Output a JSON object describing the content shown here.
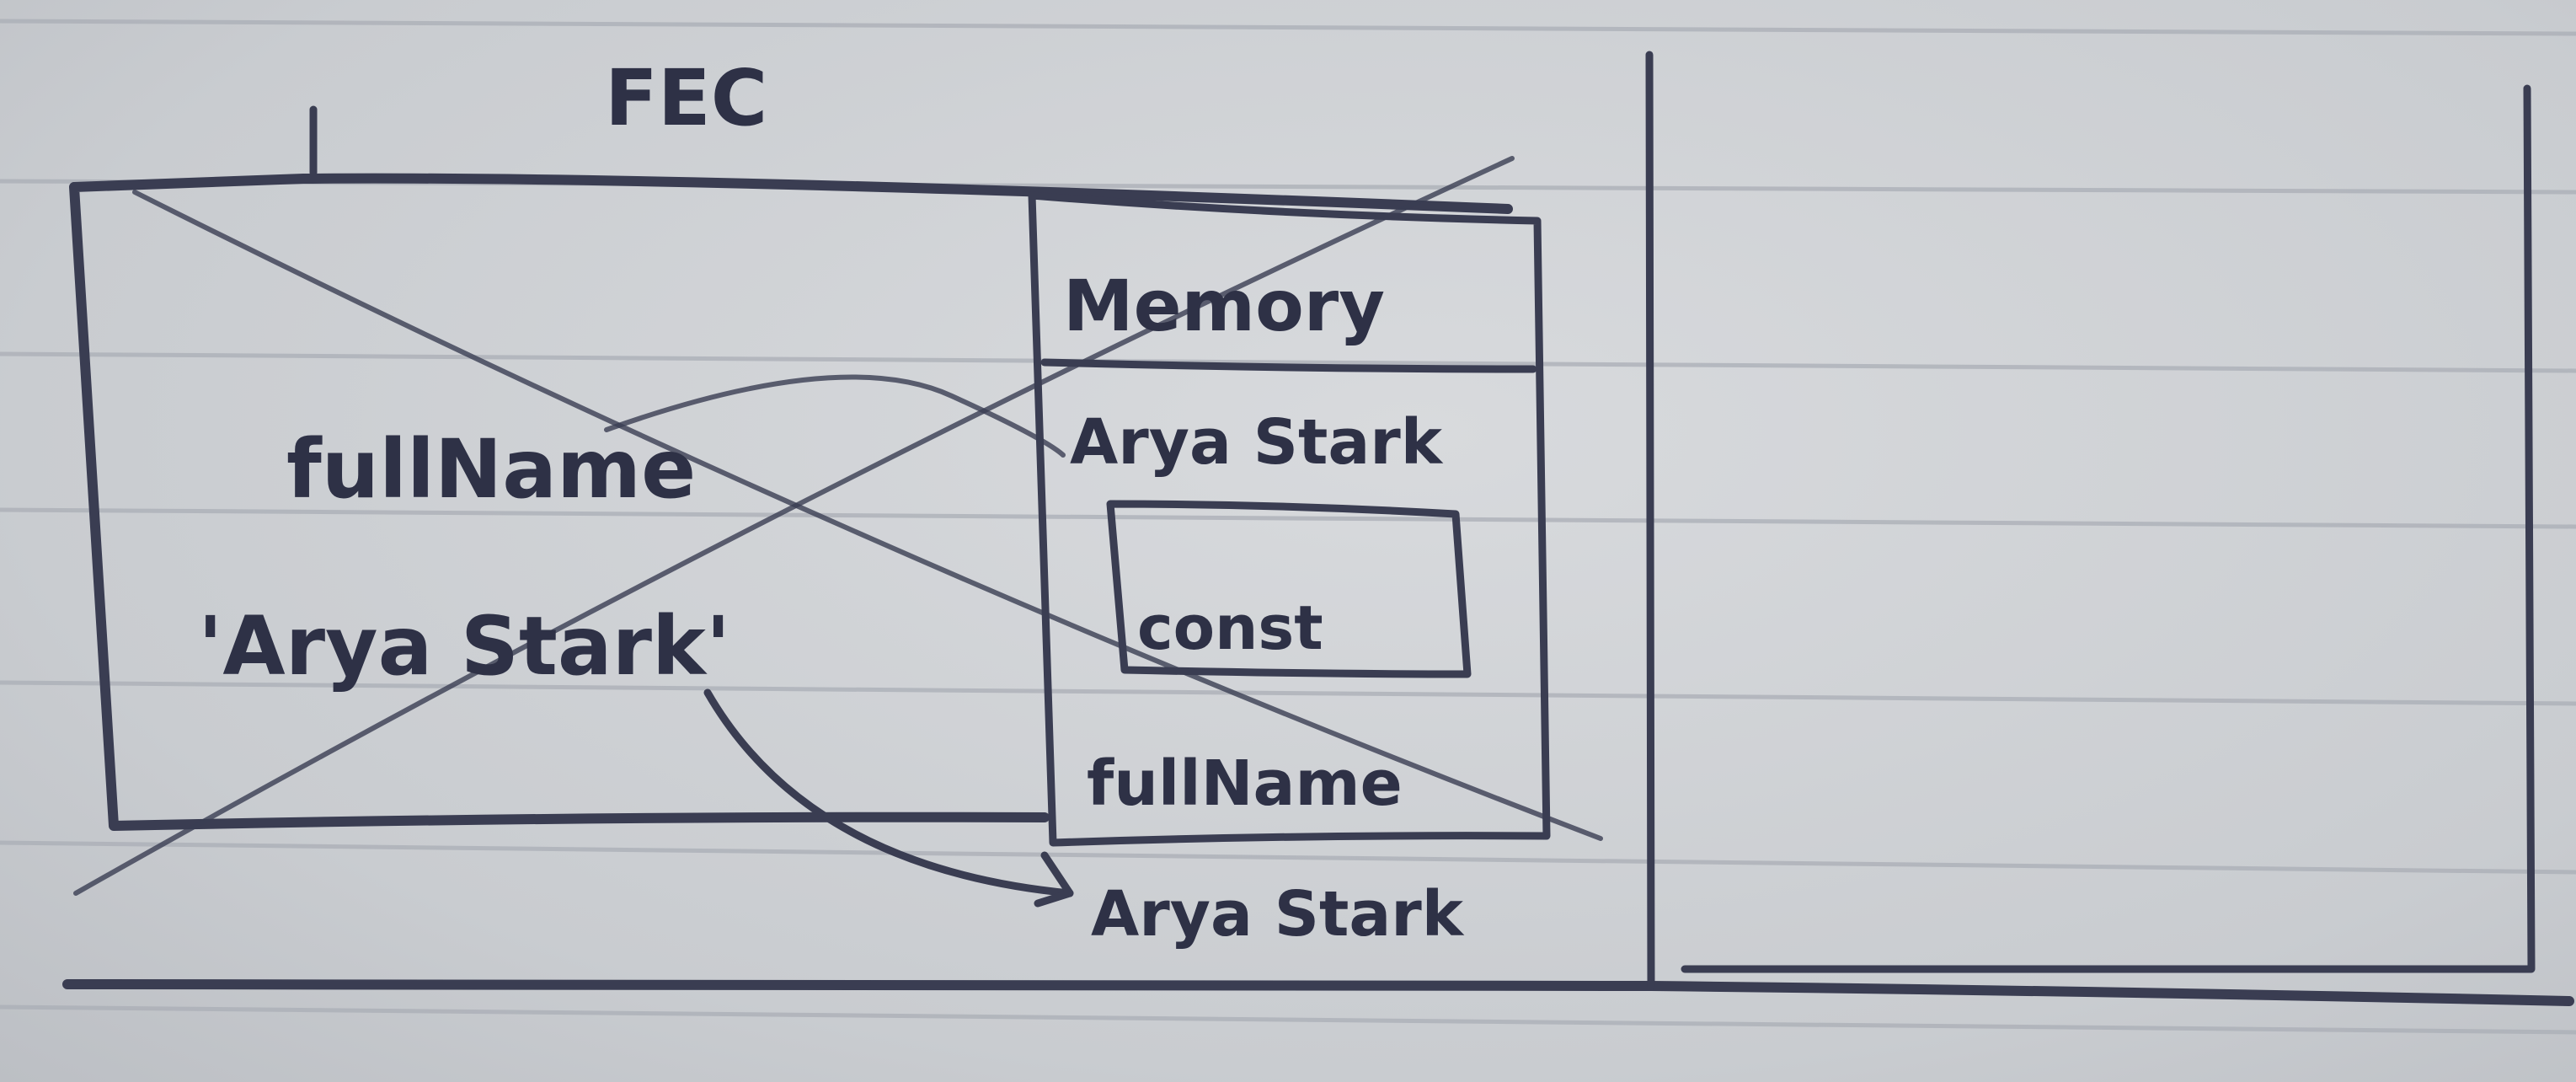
{
  "diagram": {
    "title": "FEC",
    "left_box": {
      "variable": "fullName",
      "value": "'Arya Stark'"
    },
    "memory_box": {
      "header": "Memory",
      "first_value": "Arya Stark",
      "inner_box_label": "const",
      "variable": "fullName",
      "arrow_target_value": "Arya Stark"
    }
  },
  "colors": {
    "paper": "#cfd2d6",
    "ink": "#3a3d52",
    "ruled_lines": "#a9adb5"
  }
}
